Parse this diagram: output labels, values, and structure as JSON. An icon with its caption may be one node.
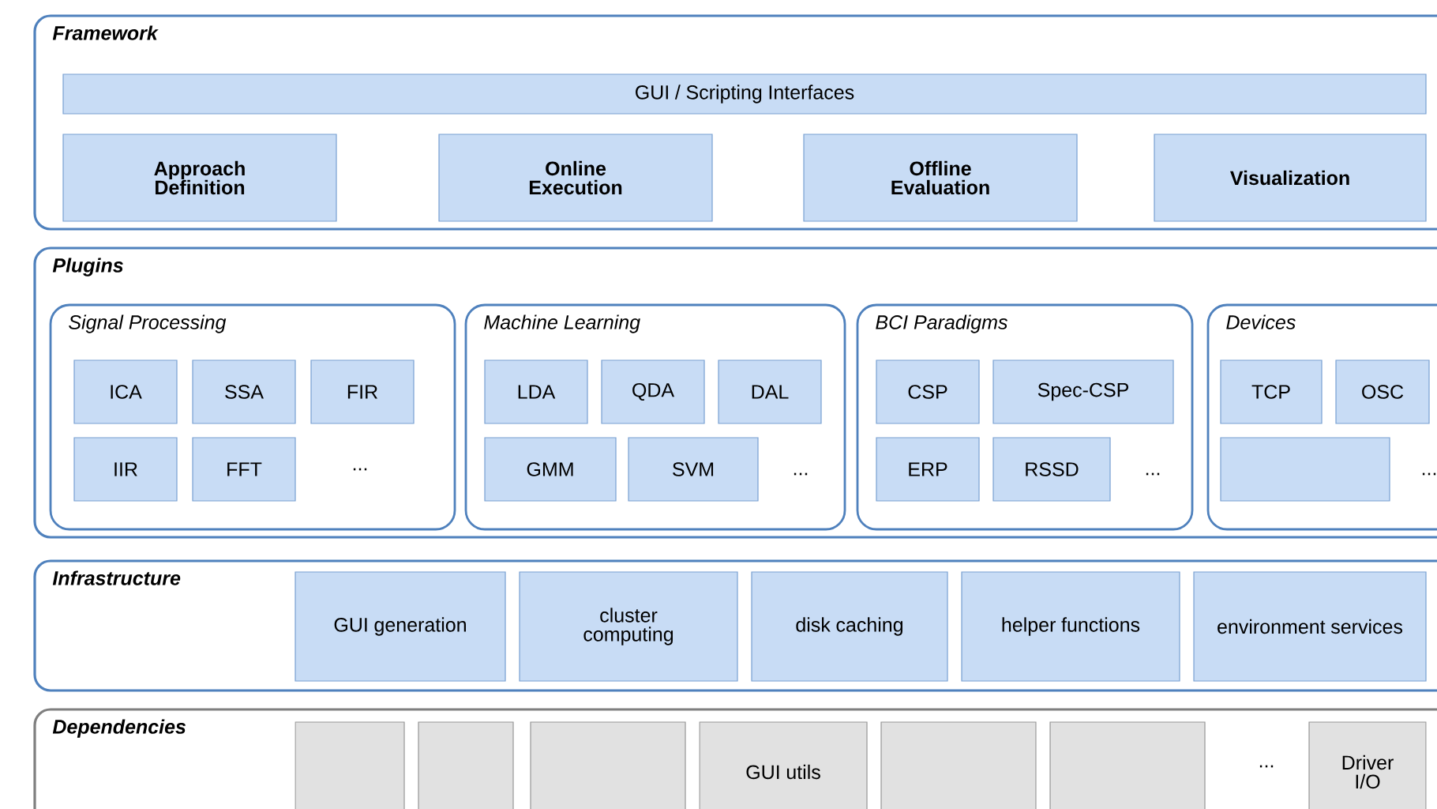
{
  "diagram": {
    "nodes": [
      {
        "text": [
          "Framework"
        ]
      },
      {
        "text": [
          "GUI / Scripting Interfaces"
        ],
        "in": 0
      },
      {
        "text": [
          "Approach Definition"
        ],
        "in": 0
      },
      {
        "text": [
          "Online Execution"
        ],
        "in": 0
      },
      {
        "text": [
          "Offline Evaluation"
        ],
        "in": 0
      },
      {
        "text": [
          "Visualization"
        ],
        "in": 0
      },
      {
        "text": [
          "Plugins"
        ]
      },
      {
        "text": [
          "Signal Processing"
        ],
        "in": 6
      },
      {
        "text": [
          "ICA"
        ],
        "in": 7
      },
      {
        "text": [
          "SSA"
        ],
        "in": 7
      },
      {
        "text": [
          "FIR"
        ],
        "in": 7
      },
      {
        "text": [
          "IIR"
        ],
        "in": 7
      },
      {
        "text": [
          "FFT"
        ],
        "in": 7
      },
      {
        "text": [
          "Machine Learning"
        ],
        "in": 6
      },
      {
        "text": [
          "LDA"
        ],
        "in": 13
      },
      {
        "text": [
          "QDA"
        ],
        "in": 13
      },
      {
        "text": [
          "DAL"
        ],
        "in": 13
      },
      {
        "text": [
          "GMM"
        ],
        "in": 13
      },
      {
        "text": [
          "SVM"
        ],
        "in": 13
      },
      {
        "text": [
          "BCI Paradigms"
        ],
        "in": 6
      },
      {
        "text": [
          "CSP"
        ],
        "in": 19
      },
      {
        "text": [
          "Spec-CSP"
        ],
        "in": 19
      },
      {
        "text": [
          "ERP"
        ],
        "in": 19
      },
      {
        "text": [
          "RSSD"
        ],
        "in": 19
      },
      {
        "text": [
          "Devices"
        ],
        "in": 6
      },
      {
        "text": [
          "TCP"
        ],
        "in": 24
      },
      {
        "text": [
          "OSC"
        ],
        "in": 24
      },
      {
        "text": [],
        "shape": "box",
        "in": 24
      },
      {
        "text": [
          "Infrastructure"
        ]
      },
      {
        "text": [
          "GUI generation"
        ],
        "in": 28
      },
      {
        "text": [
          "cluster computing"
        ],
        "in": 28
      },
      {
        "text": [
          "disk caching"
        ],
        "in": 28
      },
      {
        "text": [
          "helper functions"
        ],
        "in": 28
      },
      {
        "text": [
          "environment services"
        ],
        "in": 28
      },
      {
        "text": [
          "Dependencies"
        ]
      },
      {
        "text": [],
        "shape": "box",
        "in": 34
      },
      {
        "text": [],
        "shape": "box",
        "in": 34
      },
      {
        "text": [],
        "shape": "box",
        "in": 34
      },
      {
        "text": [
          "GUI utils"
        ],
        "in": 34
      },
      {
        "text": [],
        "shape": "box",
        "in": 34
      },
      {
        "text": [],
        "shape": "box",
        "in": 34
      },
      {
        "text": [
          "Driver I/O"
        ],
        "in": 34
      }
    ],
    "labels": [
      "...",
      "...",
      "...",
      "...",
      "..."
    ]
  }
}
